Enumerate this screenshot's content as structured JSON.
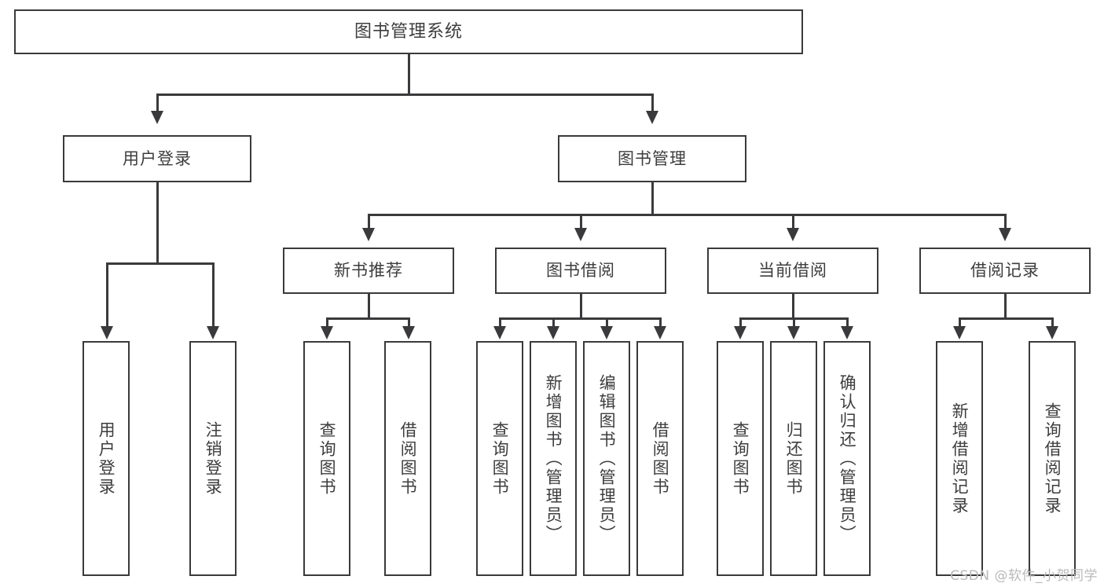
{
  "diagram": {
    "title": "图书管理系统",
    "watermark": "CSDN @软件_小贺同学",
    "accent_color": "#3a3a3c",
    "background_color": "#ffffff",
    "text_color": "#3d3d3f",
    "nodes": {
      "root": "图书管理系统",
      "level2": {
        "user_login": "用户登录",
        "book_manage": "图书管理"
      },
      "level3": {
        "new_book_recommend": "新书推荐",
        "book_borrow": "图书借阅",
        "current_borrow": "当前借阅",
        "borrow_record": "借阅记录"
      },
      "leaves": {
        "user_login_1": "用户登录",
        "user_login_2": "注销登录",
        "recommend_1": "查询图书",
        "recommend_2": "借阅图书",
        "borrow_1": "查询图书",
        "borrow_2": "新增图书（管理员）",
        "borrow_3": "编辑图书（管理员）",
        "borrow_4": "借阅图书",
        "current_1": "查询图书",
        "current_2": "归还图书",
        "current_3": "确认归还（管理员）",
        "record_1": "新增借阅记录",
        "record_2": "查询借阅记录"
      }
    }
  }
}
